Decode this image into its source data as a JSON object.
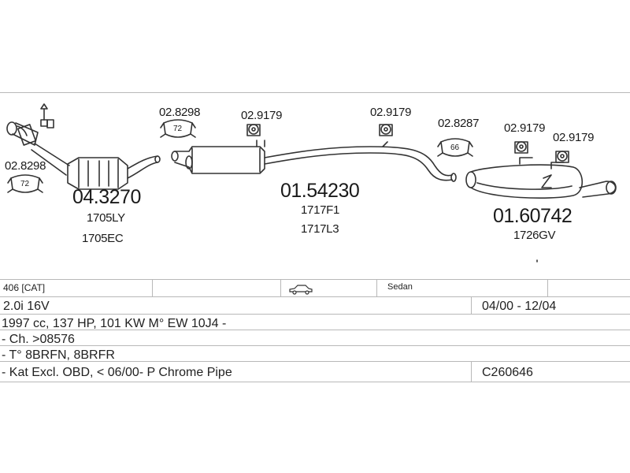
{
  "clamps": {
    "c1": "02.8298",
    "c1_mark": "72",
    "c2": "02.8298",
    "c2_mark": "72",
    "c3": "02.9179",
    "c4": "02.9179",
    "c5": "02.8287",
    "c5_mark": "66",
    "c6": "02.9179",
    "c7": "02.9179"
  },
  "parts": {
    "cat_number": "04.3270",
    "cat_ref1": "1705LY",
    "cat_ref2": "1705EC",
    "middle_number": "01.54230",
    "middle_ref1": "1717F1",
    "middle_ref2": "1717L3",
    "rear_number": "01.60742",
    "rear_ref1": "1726GV"
  },
  "table": {
    "model": "406  [CAT]",
    "body": "Sedan",
    "engine": "2.0i 16V",
    "dates": "04/00 - 12/04",
    "spec": "1997 cc, 137 HP, 101 KW M° EW 10J4 -",
    "chassis": "- Ch. >08576",
    "type": "- T° 8BRFN, 8BRFR",
    "note": "- Kat Excl. OBD, < 06/00- P Chrome Pipe",
    "code": "C260646"
  },
  "colors": {
    "line": "#333333",
    "grid": "#b8b8b8",
    "text": "#1a1a1a"
  }
}
